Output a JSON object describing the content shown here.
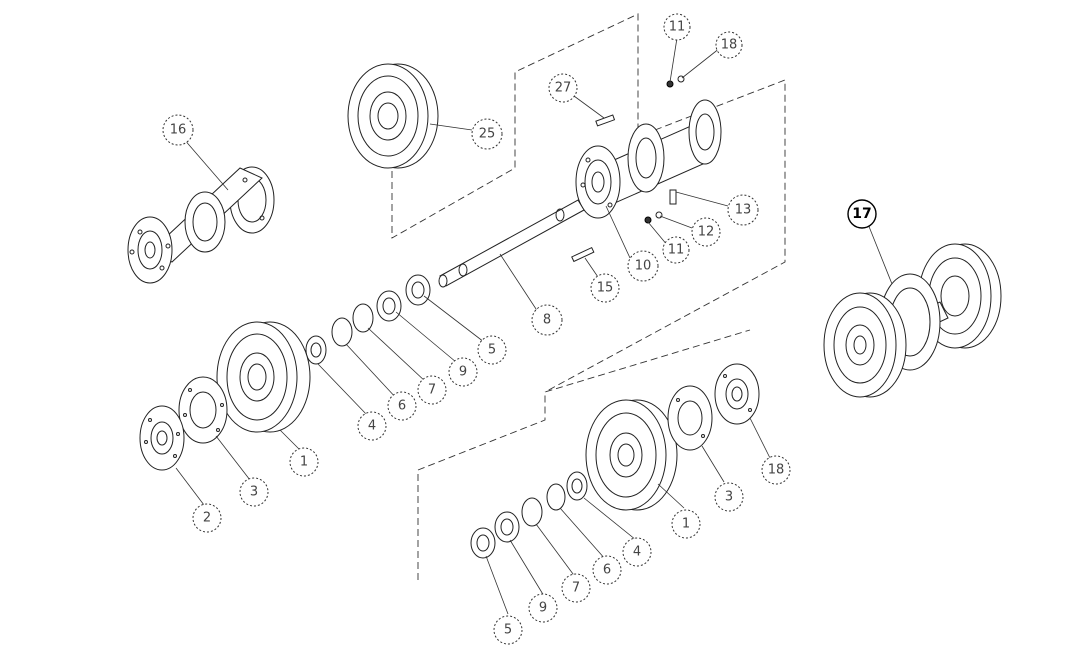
{
  "diagram": {
    "callouts": [
      {
        "id": "c16",
        "label": "16",
        "emphasis": false
      },
      {
        "id": "c25",
        "label": "25",
        "emphasis": false
      },
      {
        "id": "c27",
        "label": "27",
        "emphasis": false
      },
      {
        "id": "c11",
        "label": "11",
        "emphasis": false
      },
      {
        "id": "c18a",
        "label": "18",
        "emphasis": false
      },
      {
        "id": "c13",
        "label": "13",
        "emphasis": false
      },
      {
        "id": "c12",
        "label": "12",
        "emphasis": false
      },
      {
        "id": "c11b",
        "label": "11",
        "emphasis": false
      },
      {
        "id": "c10",
        "label": "10",
        "emphasis": false
      },
      {
        "id": "c15",
        "label": "15",
        "emphasis": false
      },
      {
        "id": "c8",
        "label": "8",
        "emphasis": false
      },
      {
        "id": "c5a",
        "label": "5",
        "emphasis": false
      },
      {
        "id": "c9a",
        "label": "9",
        "emphasis": false
      },
      {
        "id": "c7a",
        "label": "7",
        "emphasis": false
      },
      {
        "id": "c6a",
        "label": "6",
        "emphasis": false
      },
      {
        "id": "c4a",
        "label": "4",
        "emphasis": false
      },
      {
        "id": "c1a",
        "label": "1",
        "emphasis": false
      },
      {
        "id": "c3a",
        "label": "3",
        "emphasis": false
      },
      {
        "id": "c2a",
        "label": "2",
        "emphasis": false
      },
      {
        "id": "c17",
        "label": "17",
        "emphasis": true
      },
      {
        "id": "c18b",
        "label": "18",
        "emphasis": false
      },
      {
        "id": "c3b",
        "label": "3",
        "emphasis": false
      },
      {
        "id": "c1b",
        "label": "1",
        "emphasis": false
      },
      {
        "id": "c4b",
        "label": "4",
        "emphasis": false
      },
      {
        "id": "c6b",
        "label": "6",
        "emphasis": false
      },
      {
        "id": "c7b",
        "label": "7",
        "emphasis": false
      },
      {
        "id": "c9b",
        "label": "9",
        "emphasis": false
      },
      {
        "id": "c5b",
        "label": "5",
        "emphasis": false
      }
    ]
  }
}
